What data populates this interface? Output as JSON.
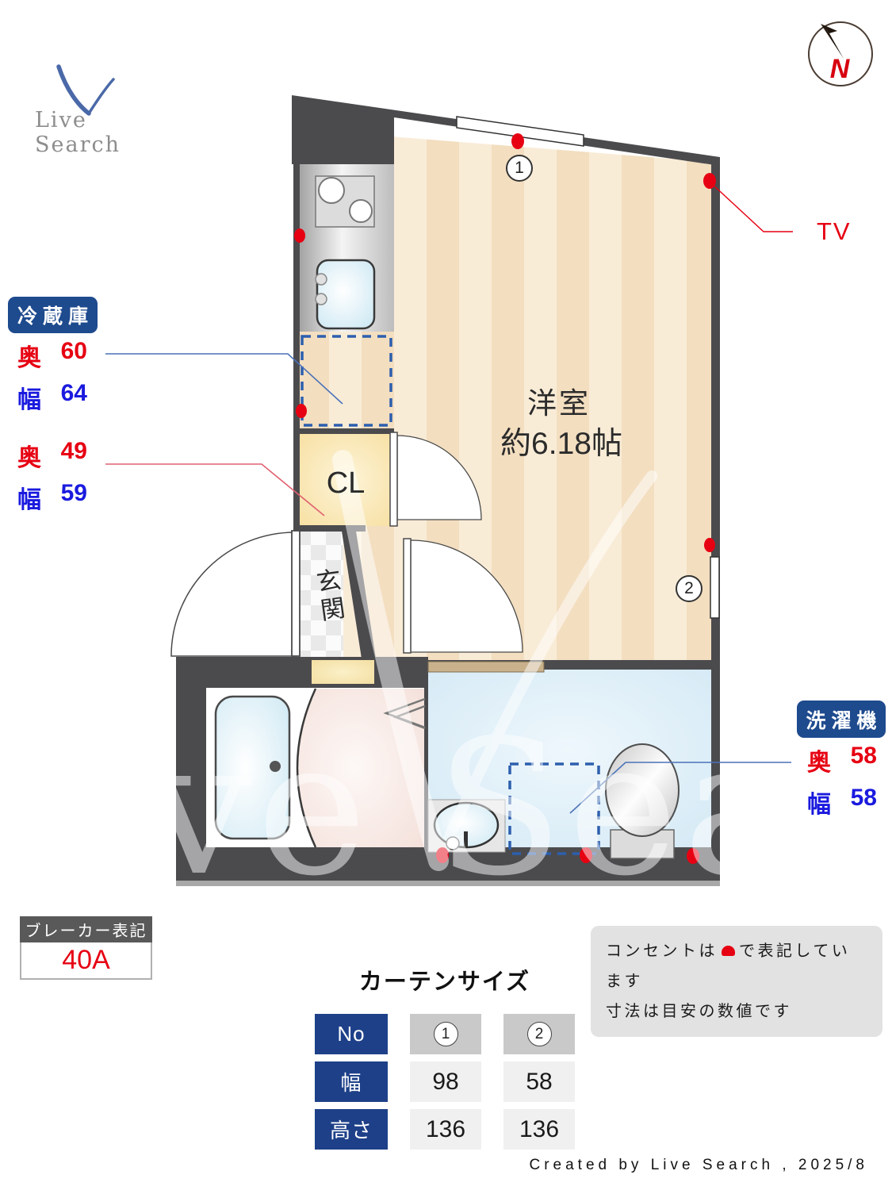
{
  "logo": {
    "name": "Live Search"
  },
  "compass": {
    "north": "N"
  },
  "plan": {
    "room_name": "洋室",
    "room_size": "約6.18帖",
    "closet": "CL",
    "entrance": "玄関",
    "tv": "TV",
    "marker1": "1",
    "marker2": "2"
  },
  "fridge": {
    "title": "冷蔵庫",
    "depth_label": "奥",
    "depth": "60",
    "width_label": "幅",
    "width": "64"
  },
  "storage": {
    "depth_label": "奥",
    "depth": "49",
    "width_label": "幅",
    "width": "59"
  },
  "washer": {
    "title": "洗濯機",
    "depth_label": "奥",
    "depth": "58",
    "width_label": "幅",
    "width": "58"
  },
  "breaker": {
    "title": "ブレーカー表記",
    "value": "40A"
  },
  "curtain": {
    "title": "カーテンサイズ",
    "no_label": "No",
    "width_label": "幅",
    "height_label": "高さ",
    "width1": "98",
    "width2": "58",
    "height1": "136",
    "height2": "136"
  },
  "note": {
    "line1_before": "コンセントは",
    "line1_after": "で表記しています",
    "line2": "寸法は目安の数値です"
  },
  "footer": "Created by Live Search , 2025/8",
  "colors": {
    "accent_blue": "#1e4a8e",
    "red": "#e60012",
    "dim_blue": "#1a1adf",
    "wall": "#4b4b4e"
  }
}
